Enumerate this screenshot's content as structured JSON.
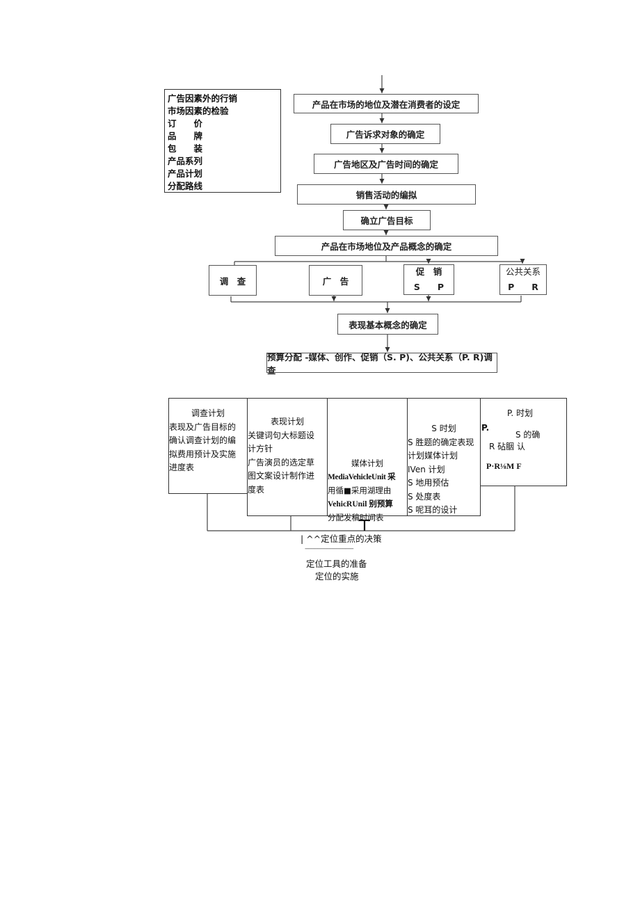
{
  "flowchart": {
    "left_box": [
      "广告因素外的行销",
      "市场因素的检验",
      "订　　价",
      "品　　牌",
      "包　　装",
      "产品系列",
      "产品计划",
      "分配路线"
    ],
    "steps": [
      "产品在市场的地位及潜在消费者的设定",
      "广告诉求对象的确定",
      "广告地区及广告时间的确定",
      "销售活动的编拟",
      "确立广告目标",
      "产品在市场地位及产品概念的确定"
    ],
    "branches": [
      {
        "line1": "调　查",
        "line2": ""
      },
      {
        "line1": "广　告",
        "line2": ""
      },
      {
        "line1": "促　销",
        "line2": "S　　P"
      },
      {
        "line1": "公共关系",
        "line2": "P　　R"
      }
    ],
    "concept": "表现基本概念的确定",
    "budget": "预算分配 -媒体、创作、促销（S. P)、公共关系（P. R)调查"
  },
  "plan_table": {
    "research": {
      "title": "调查计划",
      "lines": [
        "表现及广告目标的",
        "确认调查计划的编",
        "拟费用预计及实施",
        "进度表"
      ]
    },
    "expression": {
      "title": "表现计划",
      "lines": [
        "关键词句大标题设",
        "计方针",
        "广告演员的选定草",
        "图文案设计制作进",
        "度表"
      ]
    },
    "media": {
      "title": "媒体计划",
      "lines": [
        "MediaVehicleUnit 采",
        "用循■采用湖理由",
        "VehicRUnil 别预算",
        "分配发稿时间表"
      ]
    },
    "sp": {
      "title": "S 时划",
      "lines": [
        "S 胜题的确定表现",
        "计划媒体计划",
        "IVen 计划",
        "S 地用预估",
        "S 处度表",
        "S 呢耳的设计"
      ]
    },
    "pr": {
      "lines": [
        "P. 时划",
        "P.",
        "S 的确",
        "R 砧胭 认",
        "P·R⅛M F"
      ]
    }
  },
  "positioning": {
    "decision": "| ^^定位重点的决策",
    "divider": "-------------------------------",
    "tools": "定位工具的准备",
    "implement": "定位的实施"
  }
}
